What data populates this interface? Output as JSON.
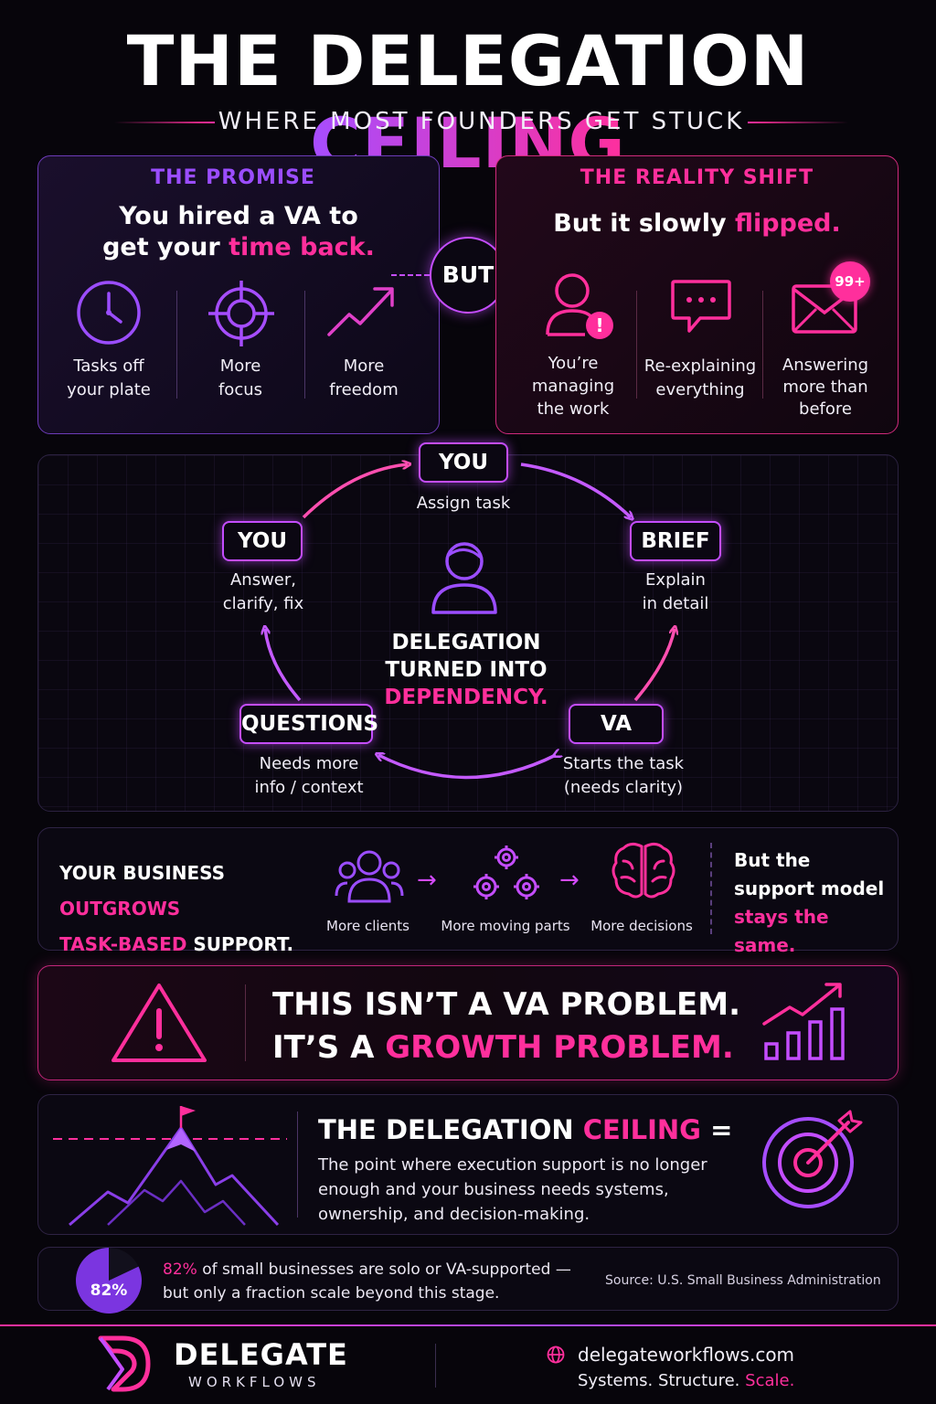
{
  "header": {
    "title_main": "THE DELEGATION",
    "title_accent": "CEILING",
    "subtitle": "WHERE MOST FOUNDERS GET STUCK"
  },
  "promise": {
    "heading": "THE PROMISE",
    "line1": "You hired a VA to",
    "line2_prefix": "get your",
    "line2_accent": "time back.",
    "items": [
      {
        "icon": "clock-icon",
        "line1": "Tasks off",
        "line2": "your plate"
      },
      {
        "icon": "target-crosshair-icon",
        "line1": "More",
        "line2": "focus"
      },
      {
        "icon": "trend-up-arrow-icon",
        "line1": "More",
        "line2": "freedom"
      }
    ]
  },
  "but_label": "BUT",
  "reality": {
    "heading": "THE REALITY SHIFT",
    "line_prefix": "But it slowly",
    "line_accent": "flipped.",
    "items": [
      {
        "icon": "user-alert-icon",
        "line1": "You’re",
        "line2": "managing",
        "line3": "the work"
      },
      {
        "icon": "chat-bubble-icon",
        "line1": "Re-explaining",
        "line2": "everything"
      },
      {
        "icon": "envelope-icon",
        "line1": "Answering",
        "line2": "more than",
        "line3": "before",
        "badge": "99+"
      }
    ]
  },
  "cycle": {
    "top": {
      "label": "YOU",
      "desc": "Assign task"
    },
    "right": {
      "label": "BRIEF",
      "desc1": "Explain",
      "desc2": "in detail"
    },
    "bottom_right": {
      "label": "VA",
      "desc1": "Starts the task",
      "desc2": "(needs clarity)"
    },
    "bottom_left": {
      "label": "QUESTIONS",
      "desc1": "Needs more",
      "desc2": "info / context"
    },
    "left": {
      "label": "YOU",
      "desc1": "Answer,",
      "desc2": "clarify, fix"
    },
    "center_line1": "DELEGATION",
    "center_line2": "TURNED INTO",
    "center_line3": "DEPENDENCY."
  },
  "outgrows": {
    "line1_prefix": "YOUR BUSINESS",
    "line1_accent": "OUTGROWS",
    "line2_accent": "TASK-BASED",
    "line2_suffix": "SUPPORT.",
    "steps": [
      {
        "icon": "people-group-icon",
        "label": "More clients"
      },
      {
        "icon": "gears-icon",
        "label": "More moving parts"
      },
      {
        "icon": "brain-icon",
        "label": "More decisions"
      }
    ],
    "side_line1": "But the",
    "side_line2": "support model",
    "side_line3": "stays the same."
  },
  "problem": {
    "line1": "THIS ISN’T A VA PROBLEM.",
    "line2_prefix": "IT’S A",
    "line2_accent": "GROWTH PROBLEM."
  },
  "definition": {
    "title_prefix": "THE DELEGATION",
    "title_accent": "CEILING",
    "title_suffix": "=",
    "body1": "The point where execution support is no longer",
    "body2": "enough and your business needs systems,",
    "body3": "ownership, and decision-making."
  },
  "stat": {
    "value": "82%",
    "fraction": 0.82,
    "text_accent": "82%",
    "text_rest": "of small businesses are solo or VA-supported —",
    "text_line2": "but only a fraction scale beyond this stage.",
    "source": "Source: U.S. Small Business Administration"
  },
  "footer": {
    "brand": "DELEGATE",
    "brand_sub": "WORKFLOWS",
    "website": "delegateworkflows.com",
    "tagline_prefix": "Systems. Structure.",
    "tagline_accent": "Scale."
  },
  "colors": {
    "pink": "#ff2f9c",
    "purple": "#9b4dff",
    "background": "#07050b"
  }
}
